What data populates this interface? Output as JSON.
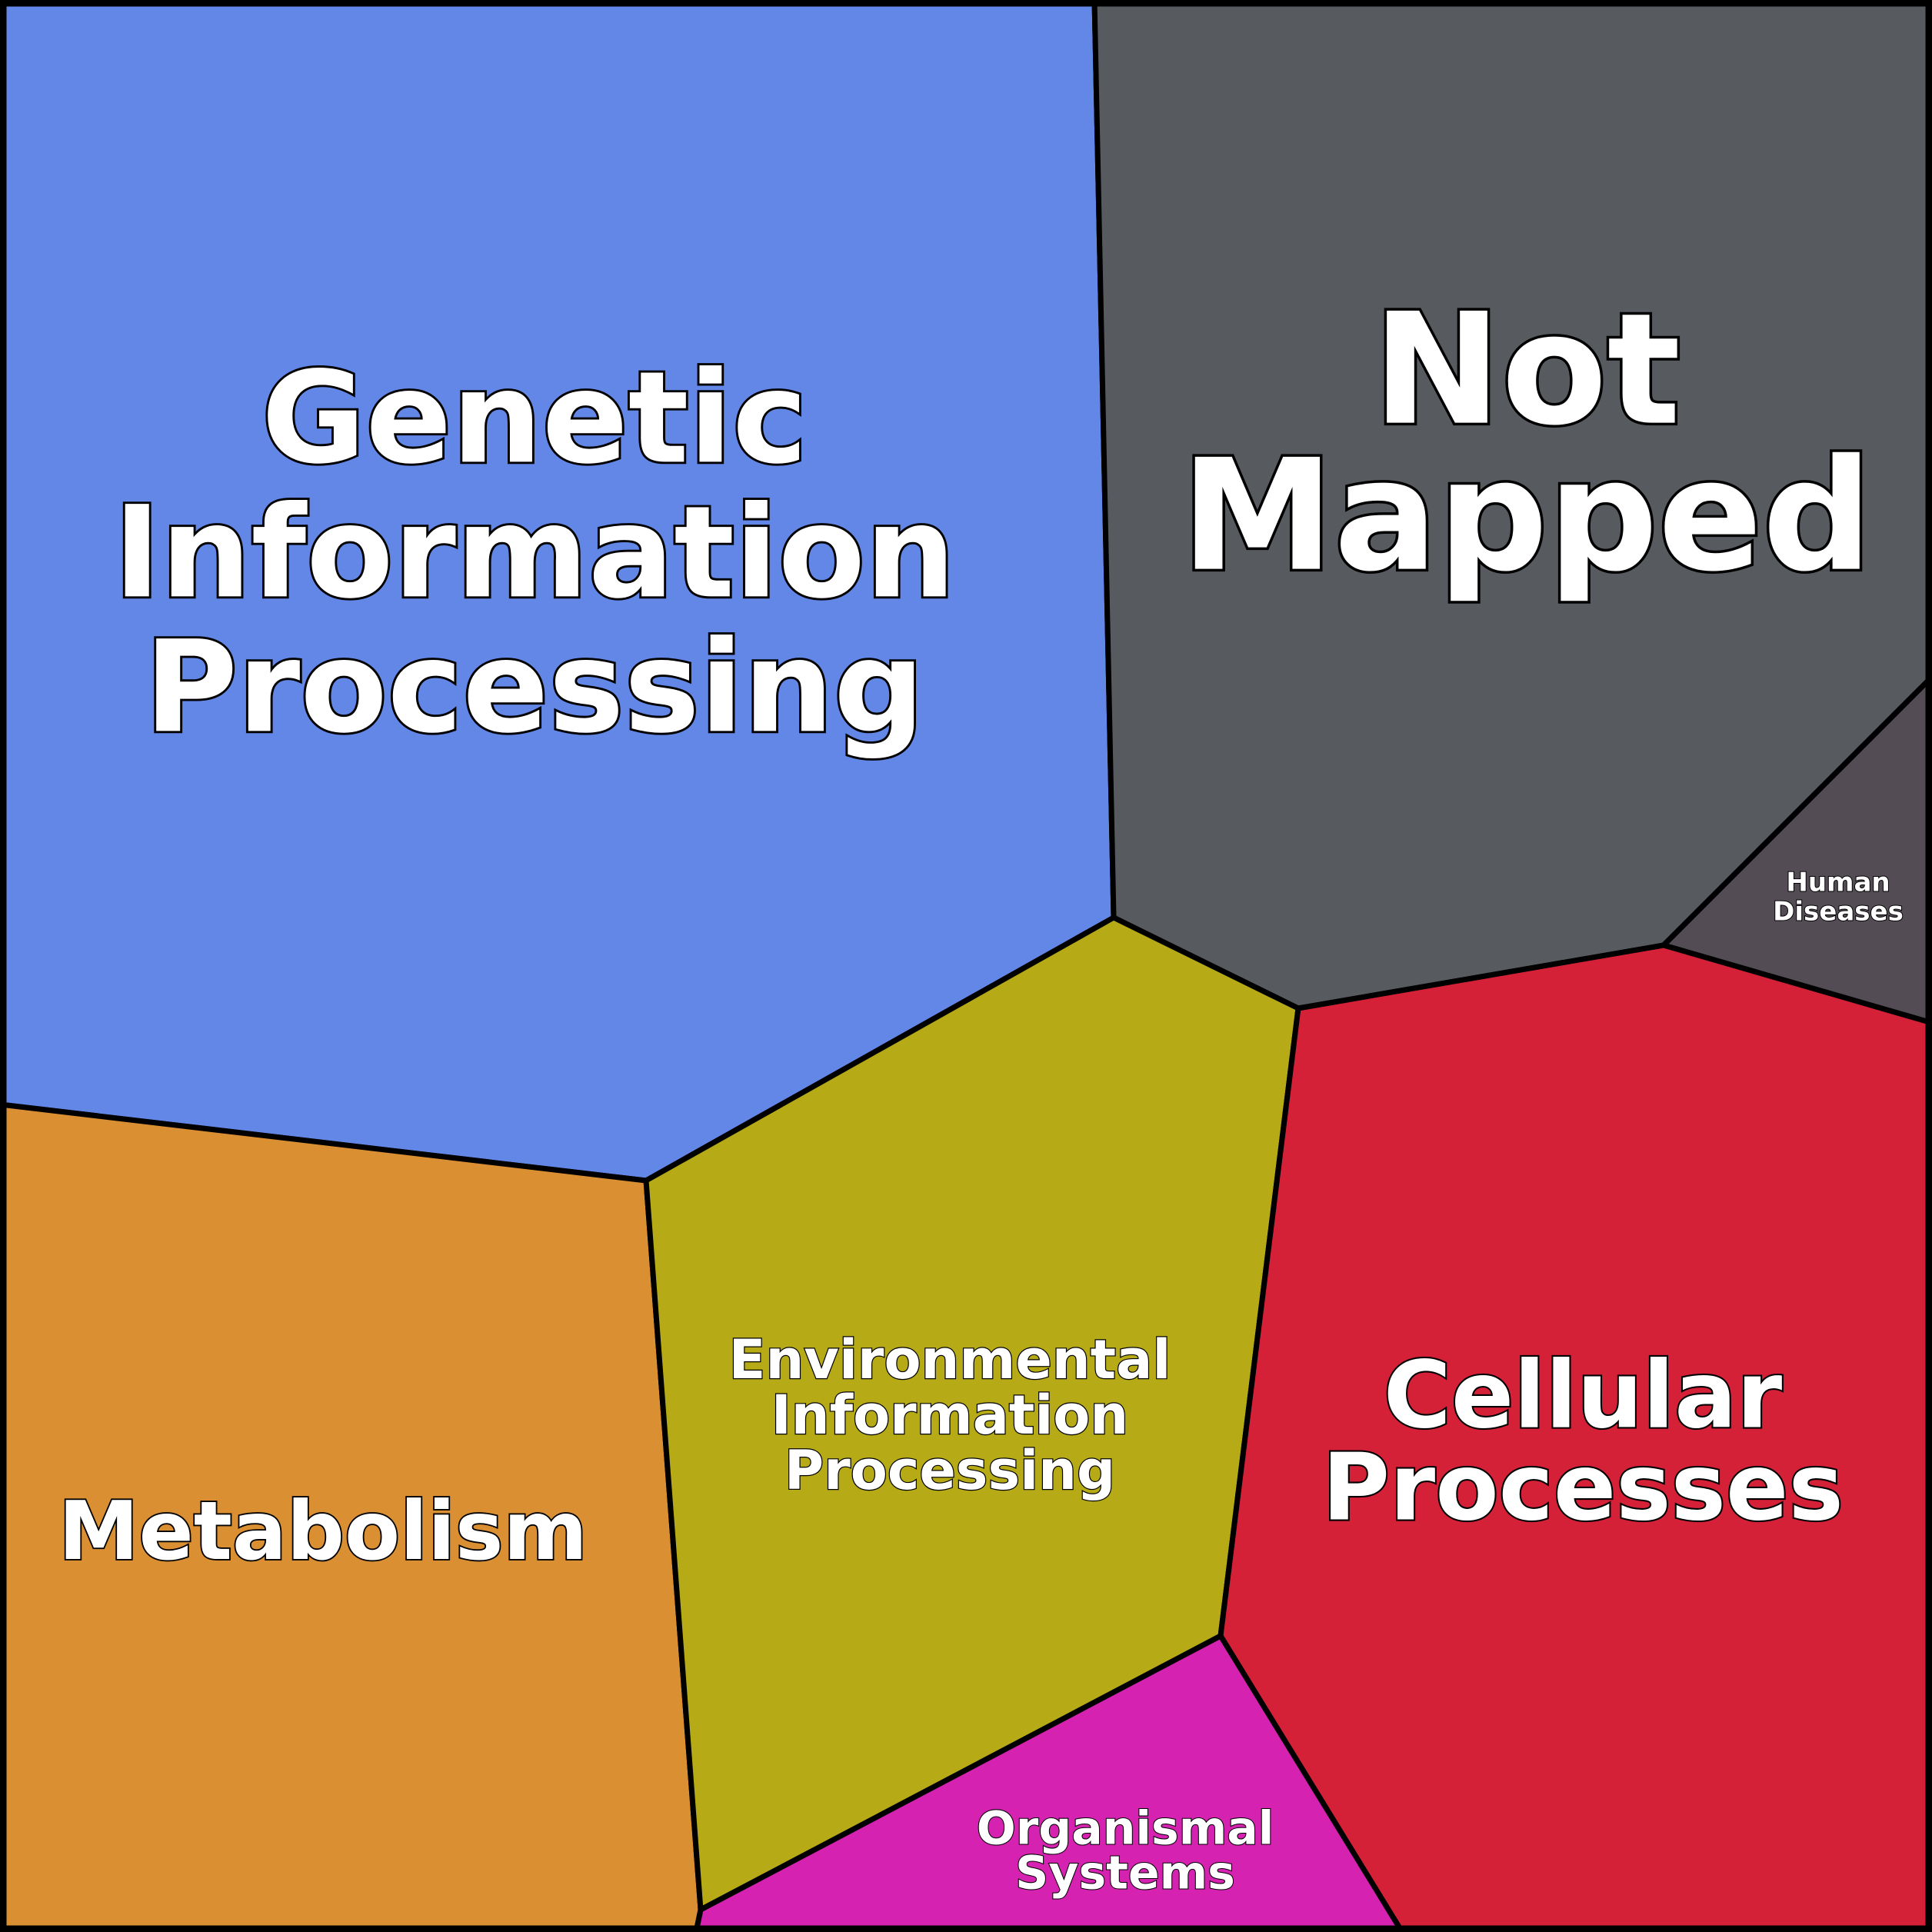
{
  "chart_data": {
    "type": "voronoi-treemap",
    "title": "",
    "cells": [
      {
        "id": "genetic",
        "label_lines": [
          "Genetic",
          "Information",
          "Processing"
        ],
        "color": "#6287e6"
      },
      {
        "id": "not-mapped",
        "label_lines": [
          "Not",
          "Mapped"
        ],
        "color": "#575b60"
      },
      {
        "id": "human-diseases",
        "label_lines": [
          "Human",
          "Diseases"
        ],
        "color": "#544c55"
      },
      {
        "id": "metabolism",
        "label_lines": [
          "Metabolism"
        ],
        "color": "#d98f32"
      },
      {
        "id": "environmental",
        "label_lines": [
          "Environmental",
          "Information",
          "Processing"
        ],
        "color": "#b6aa16"
      },
      {
        "id": "cellular",
        "label_lines": [
          "Cellular",
          "Processes"
        ],
        "color": "#d52137"
      },
      {
        "id": "organismal",
        "label_lines": [
          "Organismal",
          "Systems"
        ],
        "color": "#d522b0"
      }
    ],
    "border_color": "#000000",
    "label_color": "#ffffff"
  }
}
